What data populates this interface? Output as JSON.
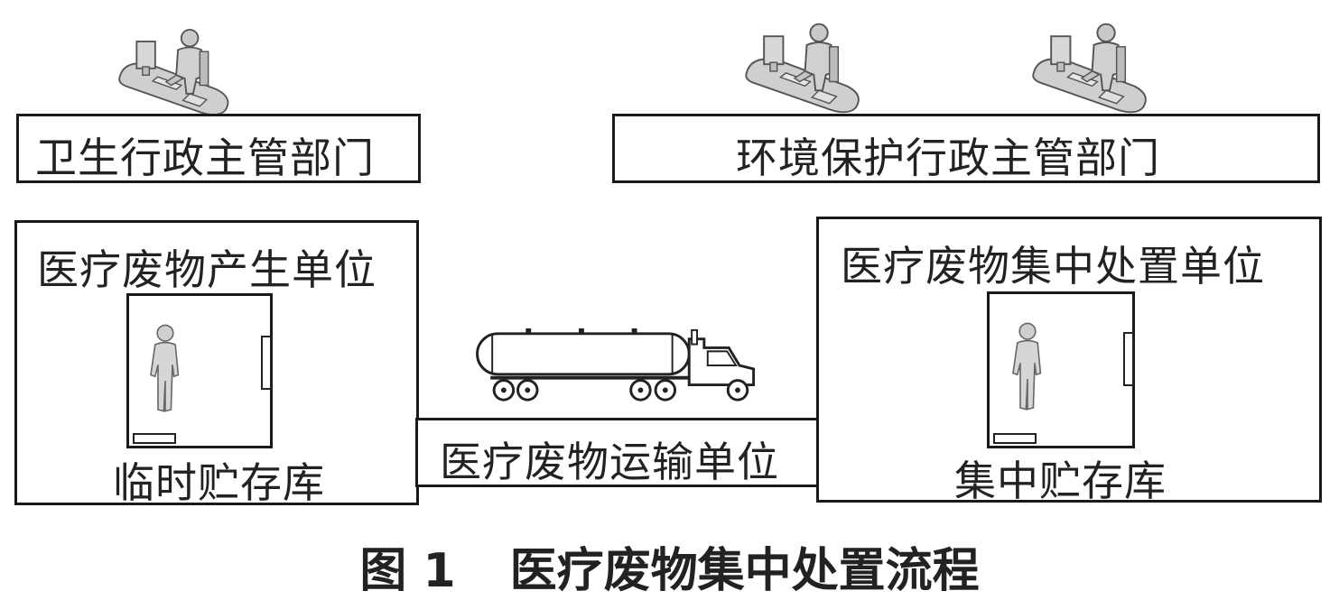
{
  "health_dept": {
    "label": "卫生行政主管部门"
  },
  "env_dept": {
    "label": "环境保护行政主管部门"
  },
  "producer": {
    "label": "医疗废物产生单位",
    "storage_label": "临时贮存库"
  },
  "disposal": {
    "label": "医疗废物集中处置单位",
    "storage_label": "集中贮存库"
  },
  "transport": {
    "label": "医疗废物运输单位"
  },
  "caption": {
    "figure_no": "图 1",
    "title": "医疗废物集中处置流程"
  },
  "icons": [
    "office-worker-icon",
    "protective-suit-worker-icon",
    "tanker-truck-icon",
    "door-icon"
  ]
}
